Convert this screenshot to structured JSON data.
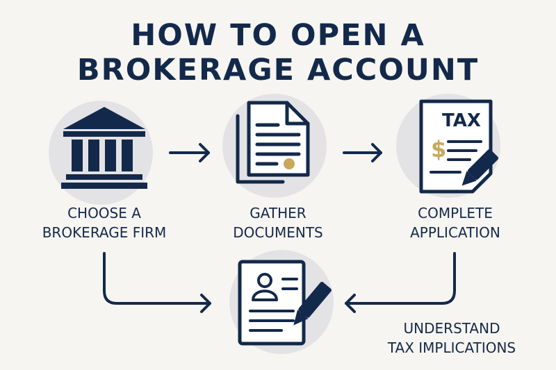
{
  "title": {
    "line1": "HOW TO OPEN A",
    "line2": "BROKERAGE ACCOUNT"
  },
  "steps": [
    {
      "line1": "CHOOSE A",
      "line2": "BROKERAGE FIRM",
      "icon": "bank-building-icon"
    },
    {
      "line1": "GATHER",
      "line2": "DOCUMENTS",
      "icon": "documents-icon"
    },
    {
      "line1": "COMPLETE",
      "line2": "APPLICATION",
      "icon": "tax-form-icon",
      "icon_text": "TAX",
      "icon_symbol": "$"
    },
    {
      "line1": "UNDERSTAND",
      "line2": "TAX IMPLICATIONS",
      "icon": "profile-form-icon"
    }
  ],
  "colors": {
    "navy": "#13294b",
    "gold": "#c9a85c",
    "circle": "#e3e3e5",
    "background": "#f7f5f1"
  }
}
